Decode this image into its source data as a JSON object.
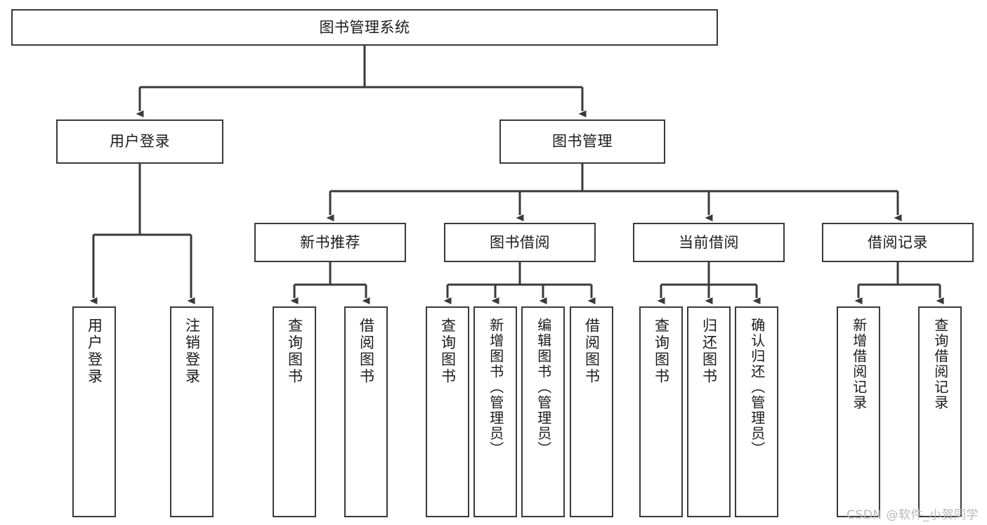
{
  "diagram": {
    "title": "图书管理系统",
    "type": "tree-hierarchy",
    "background_color": "#ffffff",
    "line_color": "#3a3a3a",
    "text_color": "#1b1b1b"
  },
  "root": {
    "label": "图书管理系统"
  },
  "level2": [
    {
      "label": "用户登录"
    },
    {
      "label": "图书管理"
    }
  ],
  "level3": [
    {
      "label": "新书推荐"
    },
    {
      "label": "图书借阅"
    },
    {
      "label": "当前借阅"
    },
    {
      "label": "借阅记录"
    }
  ],
  "leaves": {
    "user_login": [
      {
        "label": "用户登录"
      },
      {
        "label": "注销登录"
      }
    ],
    "new_book_recommend": [
      {
        "label": "查询图书"
      },
      {
        "label": "借阅图书"
      }
    ],
    "book_borrow": [
      {
        "label": "查询图书"
      },
      {
        "label": "新增图书（管理员）"
      },
      {
        "label": "编辑图书（管理员）"
      },
      {
        "label": "借阅图书"
      }
    ],
    "current_borrow": [
      {
        "label": "查询图书"
      },
      {
        "label": "归还图书"
      },
      {
        "label": "确认归还（管理员）"
      }
    ],
    "borrow_records": [
      {
        "label": "新增借阅记录"
      },
      {
        "label": "查询借阅记录"
      }
    ]
  },
  "watermark": {
    "text": "CSDN @软件_小贺同学"
  }
}
